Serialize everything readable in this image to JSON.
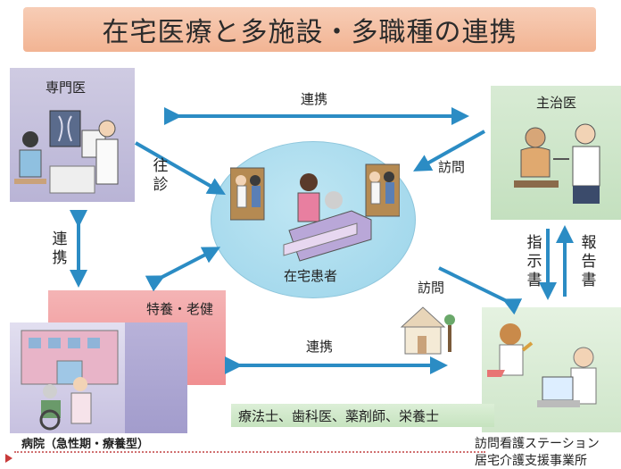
{
  "title": "在宅医療と多施設・多職種の連携",
  "nodes": {
    "specialist": "専門医",
    "primary_doctor": "主治医",
    "special_nursing": "特養・老健",
    "home_patient": "在宅患者",
    "hospital": "病院（急性期・療養型）",
    "visiting_nurse": "訪問看護ステーション",
    "care_support": "居宅介護支援事業所",
    "others": "療法士、歯科医、薬剤師、栄養士"
  },
  "edges": {
    "coop_top": "連携",
    "coop_left": "連携",
    "coop_bottom": "連携",
    "house_call": "往診",
    "visit_top": "訪問",
    "visit_bottom": "訪問",
    "instructions": "指示書",
    "report": "報告書"
  },
  "colors": {
    "arrow": "#2b8cc4",
    "title_bg": "#f2b493",
    "ellipse": "#9bd4ea"
  },
  "icons": [
    "doctor-xray-illustration",
    "doctor-exam-illustration",
    "patient-bed-illustration",
    "hospital-building-illustration",
    "nurse-phone-illustration",
    "house-illustration"
  ]
}
